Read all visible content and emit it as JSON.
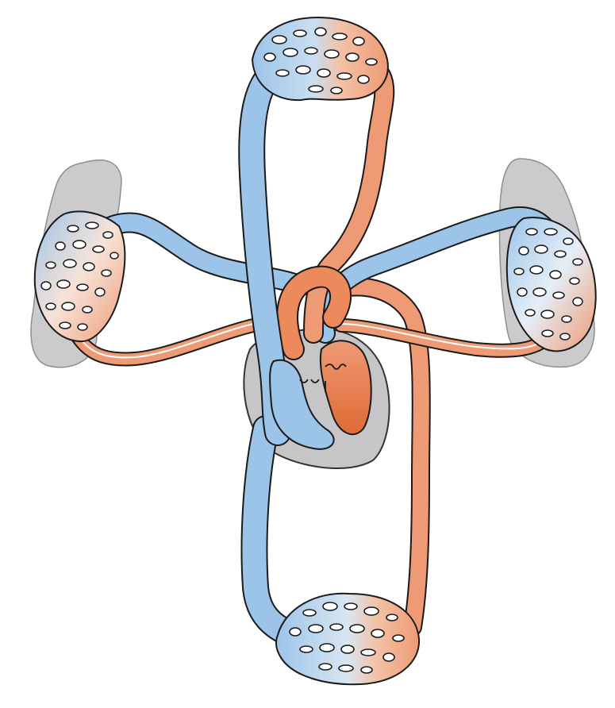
{
  "diagram": {
    "labels": [],
    "colors": {
      "oxygenated": "#ee9a74",
      "oxygenated_dark": "#e0703f",
      "deoxygenated": "#9cc4e8",
      "deoxygenated_light": "#c9def2",
      "organ_gray": "#c9c9cb",
      "organ_gray_dark": "#a9a9ab",
      "outline": "#1a1a1a"
    },
    "parts": [
      "capillary-bed-top",
      "capillary-bed-bottom",
      "lung-left",
      "lung-right",
      "heart",
      "artery",
      "vein"
    ]
  }
}
